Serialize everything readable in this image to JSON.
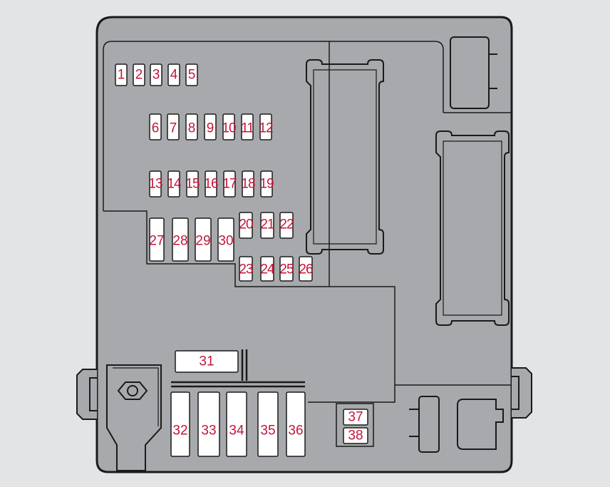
{
  "colors": {
    "background": "#e3e4e6",
    "housing": "#a7a9ac",
    "outline": "#1a1a1a",
    "fuse_fill": "#ffffff",
    "label": "#c4153a"
  },
  "fuses": [
    "1",
    "2",
    "3",
    "4",
    "5",
    "6",
    "7",
    "8",
    "9",
    "10",
    "11",
    "12",
    "13",
    "14",
    "15",
    "16",
    "17",
    "18",
    "19",
    "20",
    "21",
    "22",
    "23",
    "24",
    "25",
    "26",
    "27",
    "28",
    "29",
    "30",
    "31",
    "32",
    "33",
    "34",
    "35",
    "36",
    "37",
    "38"
  ]
}
